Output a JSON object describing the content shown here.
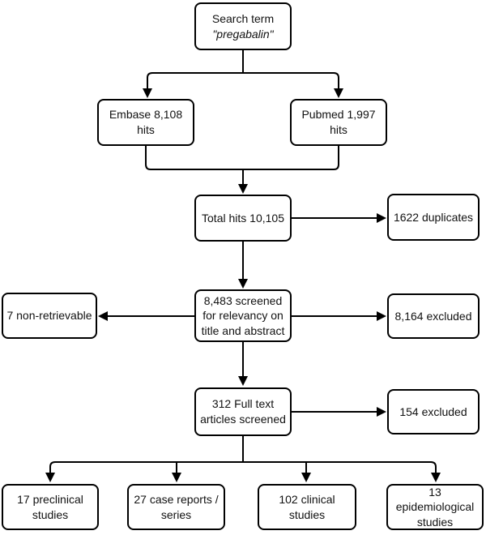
{
  "diagram": {
    "nodes": {
      "search_term": {
        "line1": "Search term",
        "line2": "\"pregabalin\""
      },
      "embase": {
        "label": "Embase 8,108 hits"
      },
      "pubmed": {
        "label": "Pubmed 1,997 hits"
      },
      "total_hits": {
        "label": "Total hits 10,105"
      },
      "duplicates": {
        "label": "1622 duplicates"
      },
      "screened": {
        "label": "8,483 screened\nfor relevancy on\ntitle and abstract"
      },
      "non_retrievable": {
        "label": "7 non-retrievable"
      },
      "excluded_screening": {
        "label": "8,164 excluded"
      },
      "full_text": {
        "label": "312 Full text\narticles screened"
      },
      "excluded_full_text": {
        "label": "154 excluded"
      },
      "preclinical": {
        "label": "17 preclinical\nstudies"
      },
      "case_reports": {
        "label": "27 case reports /\nseries"
      },
      "clinical": {
        "label": "102 clinical\nstudies"
      },
      "epidemiological": {
        "label": "13 epidemiological\nstudies"
      }
    },
    "colors": {
      "line": "#000000",
      "box_border": "#000000",
      "box_fill": "#ffffff",
      "text": "#111111",
      "background": "#ffffff"
    }
  }
}
